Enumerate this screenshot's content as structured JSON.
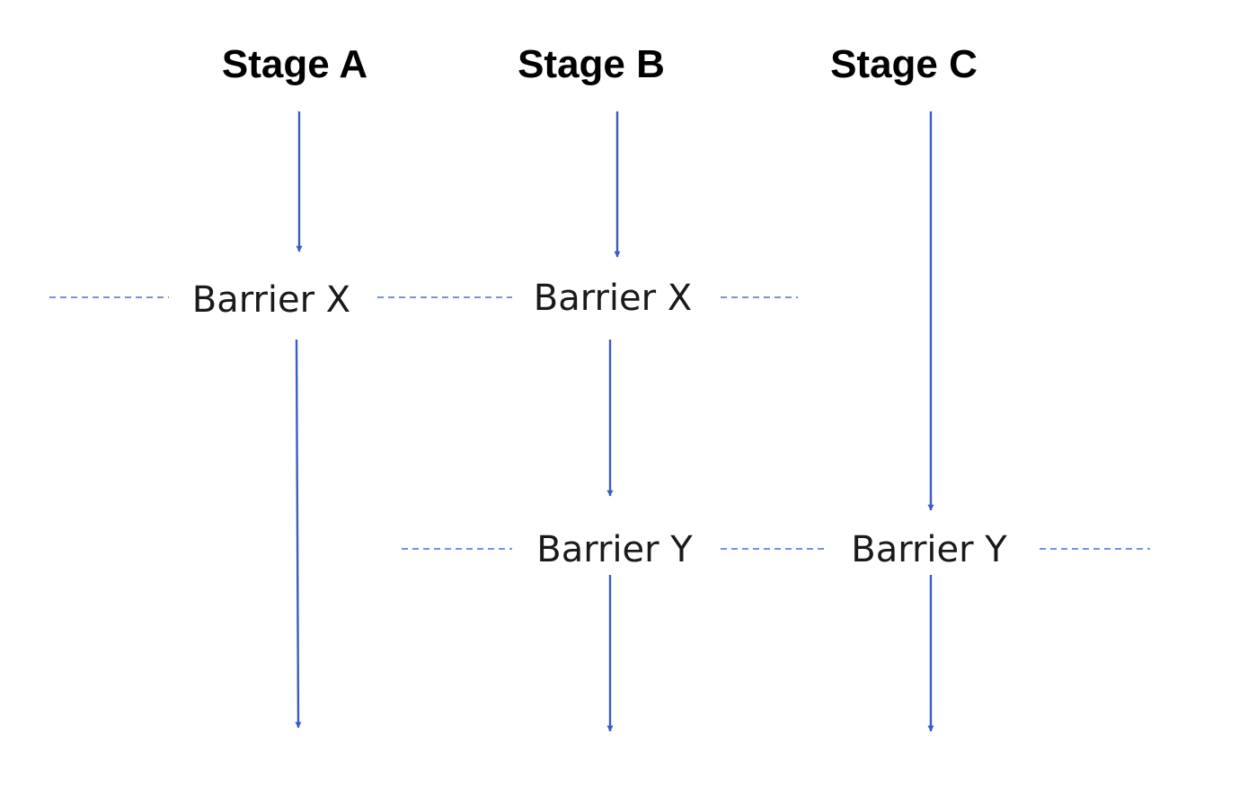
{
  "colors": {
    "arrow": "#3a5dbf",
    "dashed": "#4a6fd0",
    "text": "#000000"
  },
  "stages": [
    {
      "id": "a",
      "title": "Stage A"
    },
    {
      "id": "b",
      "title": "Stage B"
    },
    {
      "id": "c",
      "title": "Stage C"
    }
  ],
  "barriers": [
    {
      "id": "x1",
      "label": "Barrier X"
    },
    {
      "id": "x2",
      "label": "Barrier X"
    },
    {
      "id": "y1",
      "label": "Barrier Y"
    },
    {
      "id": "y2",
      "label": "Barrier Y"
    }
  ]
}
